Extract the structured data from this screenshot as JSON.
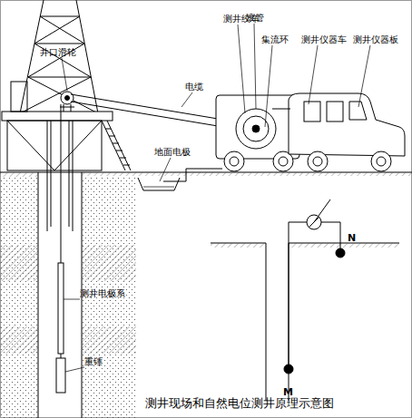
{
  "diagram": {
    "caption": "测井现场和自然电位测井原理示意图",
    "labels": [
      "井口滑轮",
      "电缆",
      "测井绞车",
      "滚管",
      "集流环",
      "测井仪器车",
      "测井仪器板",
      "地面电极",
      "测井电极系",
      "重锤",
      "N",
      "M"
    ]
  }
}
